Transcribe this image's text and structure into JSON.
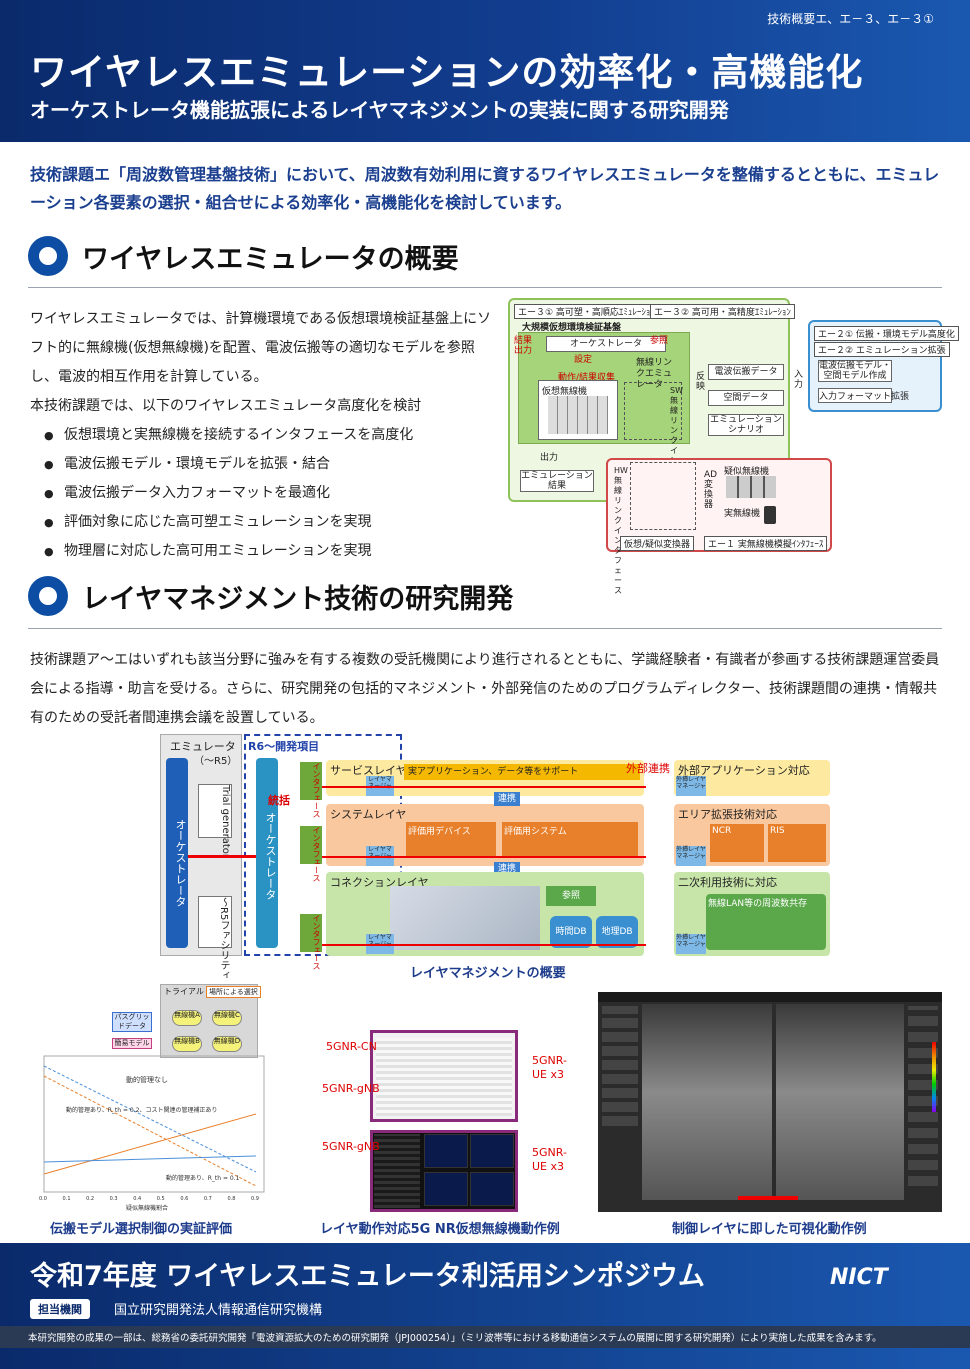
{
  "header": {
    "tag": "技術概要エ、エ－３、エ－３①",
    "title": "ワイヤレスエミュレーションの効率化・高機能化",
    "subtitle": "オーケストレータ機能拡張によるレイヤマネジメントの実装に関する研究開発"
  },
  "intro": "技術課題エ「周波数管理基盤技術」において、周波数有効利用に資するワイヤレスエミュレータを整備するとともに、エミュレーション各要素の選択・組合せによる効率化・高機能化を検討しています。",
  "section1": {
    "title": "ワイヤレスエミュレータの概要",
    "paragraph": "ワイヤレスエミュレータでは、計算機環境である仮想環境検証基盤上にソフト的に無線機(仮想無線機)を配置、電波伝搬等の適切なモデルを参照し、電波的相互作用を計算している。",
    "lead": "本技術課題では、以下のワイヤレスエミュレータ高度化を検討",
    "bullets": [
      "仮想環境と実無線機を接続するインタフェースを高度化",
      "電波伝搬モデル・環境モデルを拡張・結合",
      "電波伝搬データ入力フォーマットを最適化",
      "評価対象に応じた高可塑エミュレーションを実現",
      "物理層に対応した高可用エミュレーションを実現"
    ],
    "diagram": {
      "tab1": "エー３① 高可塑・高順応ｴﾐｭﾚｰｼｮﾝ",
      "tab2": "エー３② 高可用・高精度ｴﾐｭﾚｰｼｮﾝ",
      "platform": "大規模仮想環境検証基盤",
      "orchestrator": "オーケストレータ",
      "result_out": "結果出力",
      "setting": "設定",
      "reference": "参照",
      "action": "動作/結果収集",
      "virtual_radio": "仮想無線機",
      "link_emulator": "無線リンクエミュレータ",
      "sw_link": "SW無線リンクインタフェース",
      "reflect": "反映",
      "prop_data": "電波伝搬データ",
      "space_data": "空間データ",
      "scenario": "エミュレーションシナリオ",
      "output": "出力",
      "emu_result": "エミュレーション結果",
      "right1": "エー２① 伝搬・環境モデル高度化",
      "right2": "エー２② エミュレーション拡張",
      "right3": "電波伝搬モデル・空間モデル作成",
      "right4": "入力フォーマット拡張",
      "input": "入力",
      "hw_link": "HW無線リンクインタフェース",
      "ad_conv": "AD変換器",
      "pseudo_radio": "疑似無線機",
      "real_radio": "実無線機",
      "vconv": "仮想/疑似変換器",
      "bottom_tab": "エー１ 実無線機模擬ｲﾝﾀﾌｪｰｽ"
    }
  },
  "section2": {
    "title": "レイヤマネジメント技術の研究開発",
    "paragraph": "技術課題ア～エはいずれも該当分野に強みを有する複数の受託機関により進行されるとともに、学識経験者・有識者が参画する技術課題運営委員会による指導・助言を受ける。さらに、研究開発の包括的マネジメント・外部発信のためのプログラムディレクター、技術課題間の連携・情報共有のための受託者間連携会議を設置している。",
    "diagram": {
      "emulator": "エミュレータ",
      "emulator_sub": "（～R5）",
      "orchestrator": "オーケストレータ",
      "trial": "Trial generator",
      "facility": "～R5ファシリティ",
      "r6": "R6～開発項目",
      "integration": "統括",
      "interface": "インタフェース",
      "service_layer": "サービスレイヤ",
      "service_support": "実アプリケーション、データ等をサポート",
      "external_link": "外部連携",
      "system_layer": "システムレイヤ",
      "eval_device": "評価用デバイス",
      "eval_system": "評価用システム",
      "cooperation": "連携",
      "connection_layer": "コネクションレイヤ",
      "reference": "参照",
      "time_db": "時間DB",
      "geo_db": "地理DB",
      "layer_manager": "レイヤマネージャ",
      "ext_app": "外部アプリケーション対応",
      "area_ext": "エリア拡張技術対応",
      "ncr": "NCR",
      "ris": "RIS",
      "secondary": "二次利用技術に対応",
      "wlan": "無線LAN等の周波数共存",
      "ext_manager": "外挿レイヤマネージャ",
      "caption": "レイヤマネジメントの概要"
    }
  },
  "figures": {
    "fig1": {
      "caption": "伝搬モデル選択制御の実証評価",
      "trial": "トライアル",
      "selection": "場所による選択",
      "pathgrid": "パスグリッドデータ",
      "simple": "簡易モデル",
      "radios": [
        "無線機A",
        "無線機C",
        "無線機B",
        "無線機D"
      ],
      "ann1": "動的管理なし",
      "ann2": "動的管理あり、R_th = 0.2、コスト関連の管理補正あり",
      "ann3": "動的管理あり、R_th = 0.1",
      "xlabel": "疑似無線機割合",
      "xticks": [
        "0.0",
        "0.1",
        "0.2",
        "0.3",
        "0.4",
        "0.5",
        "0.6",
        "0.7",
        "0.8",
        "0.9"
      ]
    },
    "fig2": {
      "caption": "レイヤ動作対応5G NR仮想無線機動作例",
      "labels": [
        "5GNR-CN",
        "5GNR-gNB",
        "5GNR-UE x3",
        "5GNR-gNB",
        "5GNR-UE x3"
      ]
    },
    "fig3": {
      "caption": "制御レイヤに即した可視化動作例"
    }
  },
  "footer": {
    "title": "令和7年度 ワイヤレスエミュレータ利活用シンポジウム",
    "badge": "担当機関",
    "org": "国立研究開発法人情報通信研究機構",
    "logo": "NICT",
    "note": "本研究開発の成果の一部は、総務省の委託研究開発「電波資源拡大のための研究開発（JPJ000254）」（ミリ波帯等における移動通信システムの展開に関する研究開発）により実施した成果を含みます。"
  }
}
